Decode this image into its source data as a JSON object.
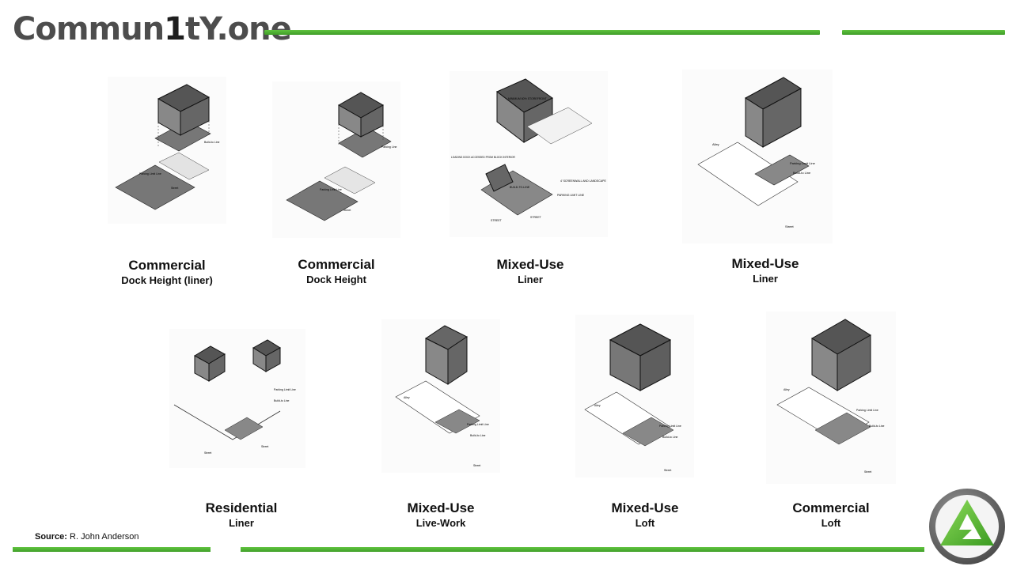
{
  "brand": {
    "logo_prefix": "Commun",
    "logo_digit": "1",
    "logo_suffix": "tY.one",
    "accent_color": "#4caf30",
    "emblem_icon": "community-one-triangle-emblem"
  },
  "tiles": [
    {
      "title": "Commercial",
      "subtitle": "Dock Height (liner)",
      "icon": "isometric-site-plan"
    },
    {
      "title": "Commercial",
      "subtitle": "Dock Height",
      "icon": "isometric-site-plan"
    },
    {
      "title": "Mixed-Use",
      "subtitle": "Liner",
      "icon": "isometric-site-plan"
    },
    {
      "title": "Mixed-Use",
      "subtitle": "Liner",
      "icon": "isometric-site-plan"
    },
    {
      "title": "Residential",
      "subtitle": "Liner",
      "icon": "isometric-site-plan"
    },
    {
      "title": "Mixed-Use",
      "subtitle": "Live-Work",
      "icon": "isometric-site-plan"
    },
    {
      "title": "Mixed-Use",
      "subtitle": "Loft",
      "icon": "isometric-site-plan"
    },
    {
      "title": "Commercial",
      "subtitle": "Loft",
      "icon": "isometric-site-plan"
    }
  ],
  "drawing_labels": {
    "t1": [
      "Build-to Line",
      "Parking Limit Line",
      "Street"
    ],
    "t2": [
      "Parking Line",
      "Parking Limit Line",
      "Street"
    ],
    "t3": [
      "MINIMUM 60% STOREFRONT",
      "LOADING DOCK ACCESSED FROM BLOCK INTERIOR",
      "BUILD-TO-LINE",
      "4' SCREENWALL AND LANDSCAPE",
      "PARKING LIMIT LINE",
      "STREET",
      "STREET"
    ],
    "t4": [
      "Alley",
      "Parking Limit Line",
      "Build-to Line",
      "Street"
    ],
    "t5": [
      "Parking Limit Line",
      "Build-to Line",
      "Street",
      "Street"
    ],
    "t6": [
      "Alley",
      "Parking Limit Line",
      "Build-to Line",
      "Street"
    ],
    "t7": [
      "Alley",
      "Parking Limit Line",
      "Build-to Line",
      "Street"
    ],
    "t8": [
      "Alley",
      "Parking Limit Line",
      "Build-to Line",
      "Street"
    ]
  },
  "source": {
    "label": "Source:",
    "value": "R. John Anderson"
  }
}
